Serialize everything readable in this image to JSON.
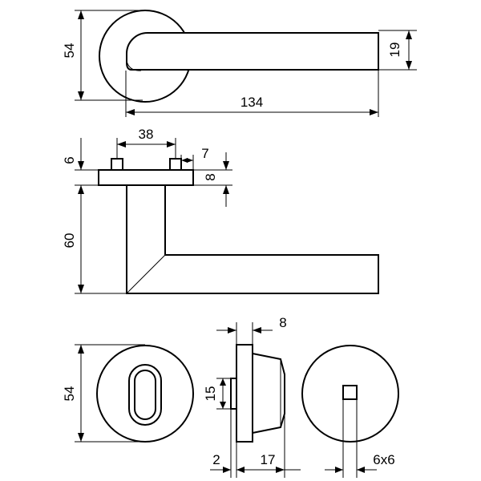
{
  "dimensions": {
    "rose_diameter": "54",
    "lever_height": "19",
    "lever_length": "134",
    "spindle_distance": "38",
    "rose_thickness": "6",
    "pin_width": "7",
    "pin_height": "8",
    "lever_projection": "60",
    "escutcheon_diameter": "54",
    "escutcheon_depth": "8",
    "turn_height": "15",
    "turn_offset": "2",
    "turn_length": "17",
    "square_spindle": "6x6"
  }
}
